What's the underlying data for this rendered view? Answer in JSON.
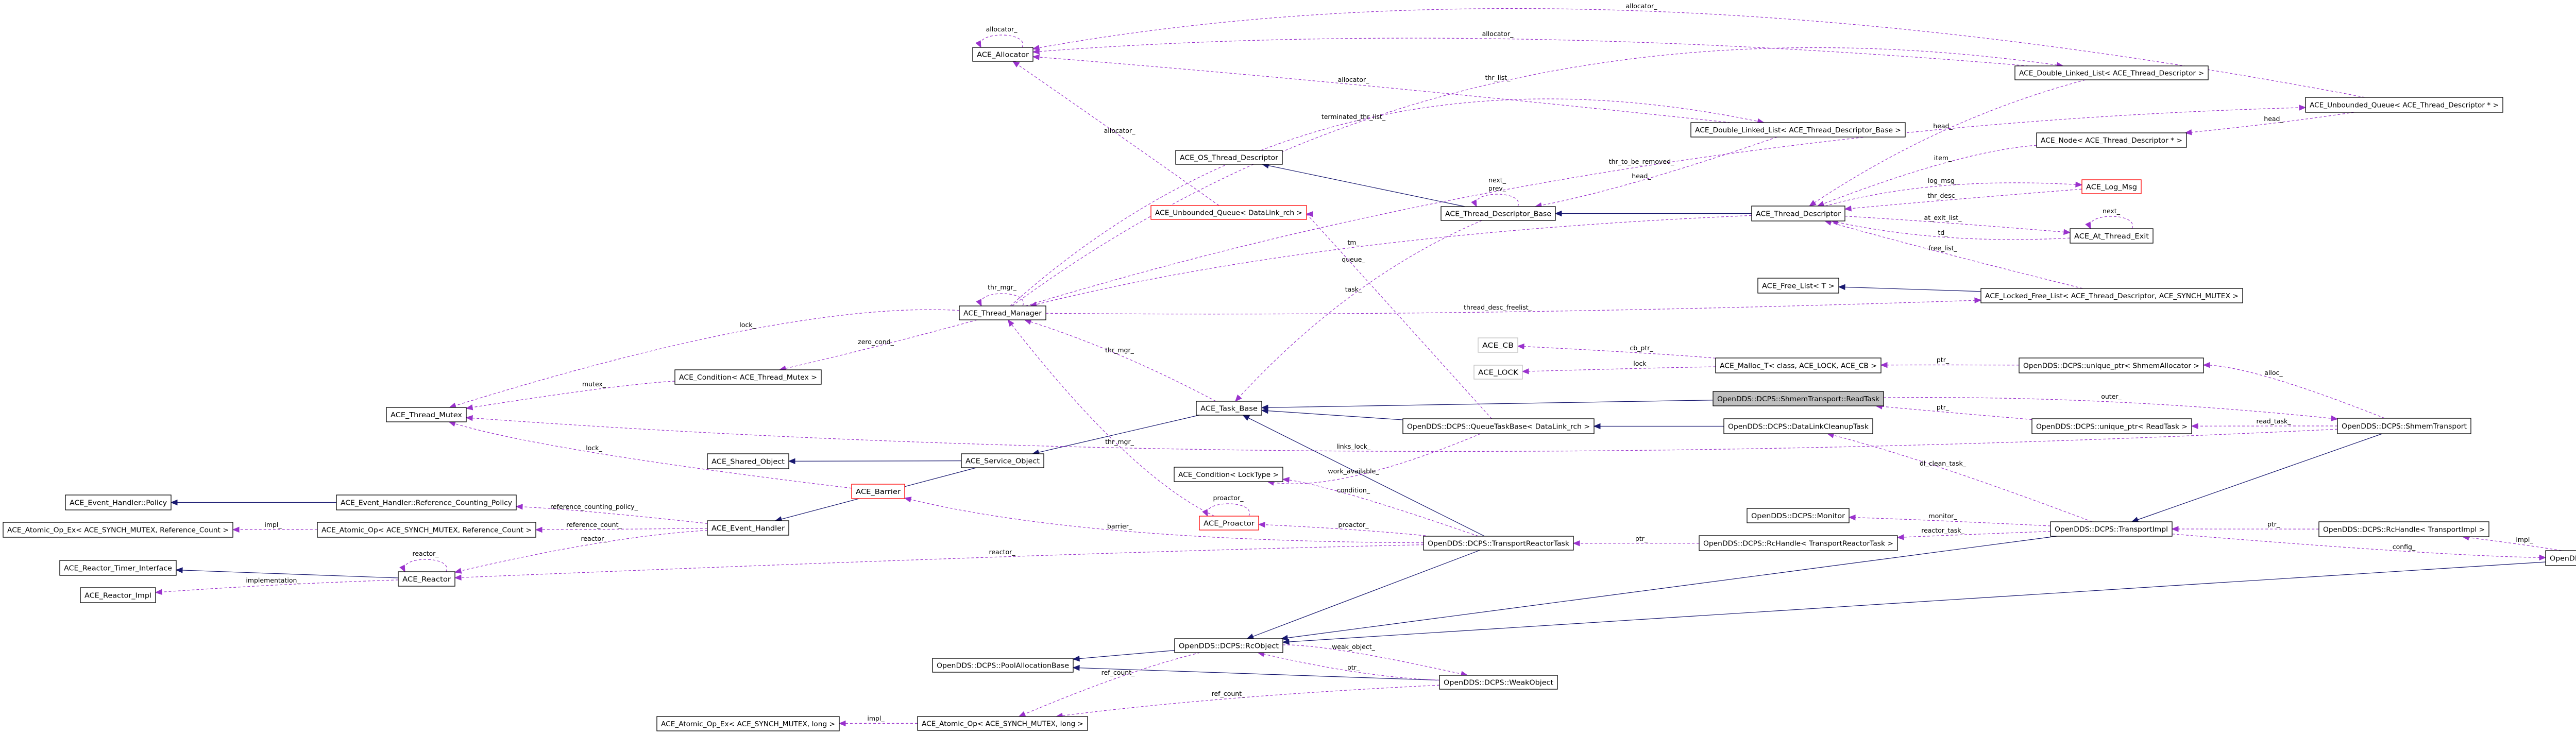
{
  "colors": {
    "inheritance": "#191970",
    "usage": "#9a32cd",
    "node_border": "#000000",
    "node_border_undocumented": "#bfbfbf",
    "node_border_truncated": "#ff0000",
    "node_fill": "#ffffff",
    "node_fill_highlight": "#bfbfbf"
  },
  "nodes": [
    {
      "id": "alloc",
      "label": "ACE_Allocator",
      "style": "normal"
    },
    {
      "id": "ostd",
      "label": "ACE_OS_Thread_Descriptor",
      "style": "normal"
    },
    {
      "id": "uqdl",
      "label": "ACE_Unbounded_Queue< DataLink_rch >",
      "style": "truncated"
    },
    {
      "id": "tdb",
      "label": "ACE_Thread_Descriptor_Base",
      "style": "normal"
    },
    {
      "id": "tm",
      "label": "ACE_Thread_Manager",
      "style": "normal"
    },
    {
      "id": "cb",
      "label": "ACE_CB",
      "style": "undocumented"
    },
    {
      "id": "lock",
      "label": "ACE_LOCK",
      "style": "undocumented"
    },
    {
      "id": "task",
      "label": "ACE_Task_Base",
      "style": "normal"
    },
    {
      "id": "qtb",
      "label": "OpenDDS::DCPS::QueueTaskBase< DataLink_rch >",
      "style": "normal"
    },
    {
      "id": "so",
      "label": "ACE_Service_Object",
      "style": "normal"
    },
    {
      "id": "condlt",
      "label": "ACE_Condition< LockType >",
      "style": "normal"
    },
    {
      "id": "pro",
      "label": "ACE_Proactor",
      "style": "truncated"
    },
    {
      "id": "trt",
      "label": "OpenDDS::DCPS::TransportReactorTask",
      "style": "normal"
    },
    {
      "id": "rco",
      "label": "OpenDDS::DCPS::RcObject",
      "style": "normal"
    },
    {
      "id": "pab",
      "label": "OpenDDS::DCPS::PoolAllocationBase",
      "style": "normal"
    },
    {
      "id": "weak",
      "label": "OpenDDS::DCPS::WeakObject",
      "style": "normal"
    },
    {
      "id": "aolong",
      "label": "ACE_Atomic_Op< ACE_SYNCH_MUTEX, long >",
      "style": "normal"
    },
    {
      "id": "aoexlong",
      "label": "ACE_Atomic_Op_Ex< ACE_SYNCH_MUTEX, long >",
      "style": "normal"
    },
    {
      "id": "mutex",
      "label": "ACE_Thread_Mutex",
      "style": "normal"
    },
    {
      "id": "condtm",
      "label": "ACE_Condition< ACE_Thread_Mutex >",
      "style": "normal"
    },
    {
      "id": "shobj",
      "label": "ACE_Shared_Object",
      "style": "normal"
    },
    {
      "id": "bar",
      "label": "ACE_Barrier",
      "style": "truncated"
    },
    {
      "id": "pol",
      "label": "ACE_Event_Handler::Policy",
      "style": "normal"
    },
    {
      "id": "rcp",
      "label": "ACE_Event_Handler::Reference_Counting_Policy",
      "style": "normal"
    },
    {
      "id": "aoexrc",
      "label": "ACE_Atomic_Op_Ex< ACE_SYNCH_MUTEX, Reference_Count >",
      "style": "normal"
    },
    {
      "id": "aorc",
      "label": "ACE_Atomic_Op< ACE_SYNCH_MUTEX, Reference_Count >",
      "style": "normal"
    },
    {
      "id": "eh",
      "label": "ACE_Event_Handler",
      "style": "normal"
    },
    {
      "id": "rti",
      "label": "ACE_Reactor_Timer_Interface",
      "style": "normal"
    },
    {
      "id": "reactor",
      "label": "ACE_Reactor",
      "style": "normal"
    },
    {
      "id": "rimpl",
      "label": "ACE_Reactor_Impl",
      "style": "normal"
    },
    {
      "id": "dlltd",
      "label": "ACE_Double_Linked_List< ACE_Thread_Descriptor >",
      "style": "normal"
    },
    {
      "id": "dlltdb",
      "label": "ACE_Double_Linked_List< ACE_Thread_Descriptor_Base >",
      "style": "normal"
    },
    {
      "id": "node",
      "label": "ACE_Node< ACE_Thread_Descriptor * >",
      "style": "normal"
    },
    {
      "id": "logmsg",
      "label": "ACE_Log_Msg",
      "style": "truncated"
    },
    {
      "id": "td",
      "label": "ACE_Thread_Descriptor",
      "style": "normal"
    },
    {
      "id": "ate",
      "label": "ACE_At_Thread_Exit",
      "style": "normal"
    },
    {
      "id": "fl",
      "label": "ACE_Free_List< T >",
      "style": "normal"
    },
    {
      "id": "lfl",
      "label": "ACE_Locked_Free_List< ACE_Thread_Descriptor, ACE_SYNCH_MUTEX >",
      "style": "normal"
    },
    {
      "id": "malloc",
      "label": "ACE_Malloc_T< class, ACE_LOCK, ACE_CB >",
      "style": "normal"
    },
    {
      "id": "upsa",
      "label": "OpenDDS::DCPS::unique_ptr< ShmemAllocator >",
      "style": "normal"
    },
    {
      "id": "rt",
      "label": "OpenDDS::DCPS::ShmemTransport::ReadTask",
      "style": "highlight"
    },
    {
      "id": "dlct",
      "label": "OpenDDS::DCPS::DataLinkCleanupTask",
      "style": "normal"
    },
    {
      "id": "uprt",
      "label": "OpenDDS::DCPS::unique_ptr< ReadTask >",
      "style": "normal"
    },
    {
      "id": "mon",
      "label": "OpenDDS::DCPS::Monitor",
      "style": "normal"
    },
    {
      "id": "ti",
      "label": "OpenDDS::DCPS::TransportImpl",
      "style": "normal"
    },
    {
      "id": "rhtrt",
      "label": "OpenDDS::DCPS::RcHandle< TransportReactorTask >",
      "style": "normal"
    },
    {
      "id": "uqtd",
      "label": "ACE_Unbounded_Queue< ACE_Thread_Descriptor * >",
      "style": "normal"
    },
    {
      "id": "st",
      "label": "OpenDDS::DCPS::ShmemTransport",
      "style": "normal"
    },
    {
      "id": "rhti",
      "label": "OpenDDS::DCPS::RcHandle< TransportImpl >",
      "style": "normal"
    },
    {
      "id": "tinst",
      "label": "OpenDDS::DCPS::TransportInst",
      "style": "normal"
    }
  ],
  "edges": [
    {
      "from": "rcp",
      "to": "pol",
      "kind": "inheritance",
      "label": ""
    },
    {
      "from": "so",
      "to": "eh",
      "kind": "inheritance",
      "label": ""
    },
    {
      "from": "so",
      "to": "shobj",
      "kind": "inheritance",
      "label": ""
    },
    {
      "from": "reactor",
      "to": "rti",
      "kind": "inheritance",
      "label": ""
    },
    {
      "from": "task",
      "to": "so",
      "kind": "inheritance",
      "label": ""
    },
    {
      "from": "rt",
      "to": "task",
      "kind": "inheritance",
      "label": ""
    },
    {
      "from": "qtb",
      "to": "task",
      "kind": "inheritance",
      "label": ""
    },
    {
      "from": "trt",
      "to": "task",
      "kind": "inheritance",
      "label": ""
    },
    {
      "from": "dlct",
      "to": "qtb",
      "kind": "inheritance",
      "label": ""
    },
    {
      "from": "tdb",
      "to": "ostd",
      "kind": "inheritance",
      "label": ""
    },
    {
      "from": "td",
      "to": "tdb",
      "kind": "inheritance",
      "label": ""
    },
    {
      "from": "lfl",
      "to": "fl",
      "kind": "inheritance",
      "label": ""
    },
    {
      "from": "trt",
      "to": "rco",
      "kind": "inheritance",
      "label": ""
    },
    {
      "from": "ti",
      "to": "rco",
      "kind": "inheritance",
      "label": ""
    },
    {
      "from": "tinst",
      "to": "rco",
      "kind": "inheritance",
      "label": ""
    },
    {
      "from": "rco",
      "to": "pab",
      "kind": "inheritance",
      "label": ""
    },
    {
      "from": "weak",
      "to": "pab",
      "kind": "inheritance",
      "label": ""
    },
    {
      "from": "st",
      "to": "ti",
      "kind": "inheritance",
      "label": ""
    },
    {
      "from": "tm",
      "to": "mutex",
      "kind": "usage",
      "label": "lock_"
    },
    {
      "from": "condtm",
      "to": "mutex",
      "kind": "usage",
      "label": "mutex_"
    },
    {
      "from": "tm",
      "to": "condtm",
      "kind": "usage",
      "label": "zero_cond_"
    },
    {
      "from": "st",
      "to": "mutex",
      "kind": "usage",
      "label": "links_lock_"
    },
    {
      "from": "bar",
      "to": "mutex",
      "kind": "usage",
      "label": "lock_"
    },
    {
      "from": "eh",
      "to": "rcp",
      "kind": "usage",
      "label": "reference_counting_policy_"
    },
    {
      "from": "eh",
      "to": "aorc",
      "kind": "usage",
      "label": "reference_count_"
    },
    {
      "from": "aorc",
      "to": "aoexrc",
      "kind": "usage",
      "label": "impl_"
    },
    {
      "from": "eh",
      "to": "reactor",
      "kind": "usage",
      "label": "reactor_"
    },
    {
      "from": "reactor",
      "to": "reactor",
      "kind": "usage",
      "label": "reactor_"
    },
    {
      "from": "reactor",
      "to": "rimpl",
      "kind": "usage",
      "label": "implementation_"
    },
    {
      "from": "trt",
      "to": "reactor",
      "kind": "usage",
      "label": "reactor_"
    },
    {
      "from": "trt",
      "to": "bar",
      "kind": "usage",
      "label": "barrier_"
    },
    {
      "from": "trt",
      "to": "pro",
      "kind": "usage",
      "label": "proactor_"
    },
    {
      "from": "pro",
      "to": "pro",
      "kind": "usage",
      "label": "proactor_"
    },
    {
      "from": "pro",
      "to": "tm",
      "kind": "usage",
      "label": "thr_mgr_"
    },
    {
      "from": "task",
      "to": "tm",
      "kind": "usage",
      "label": "thr_mgr_"
    },
    {
      "from": "tm",
      "to": "tm",
      "kind": "usage",
      "label": "thr_mgr_"
    },
    {
      "from": "td",
      "to": "tm",
      "kind": "usage",
      "label": "tm_"
    },
    {
      "from": "alloc",
      "to": "alloc",
      "kind": "usage",
      "label": "allocator_"
    },
    {
      "from": "dlltd",
      "to": "alloc",
      "kind": "usage",
      "label": "allocator_"
    },
    {
      "from": "uqtd",
      "to": "alloc",
      "kind": "usage",
      "label": "allocator_"
    },
    {
      "from": "dlltdb",
      "to": "alloc",
      "kind": "usage",
      "label": "allocator_"
    },
    {
      "from": "uqdl",
      "to": "alloc",
      "kind": "usage",
      "label": "allocator_"
    },
    {
      "from": "tm",
      "to": "dlltd",
      "kind": "usage",
      "label": "thr_list_"
    },
    {
      "from": "tm",
      "to": "dlltdb",
      "kind": "usage",
      "label": "terminated_thr_list_"
    },
    {
      "from": "tm",
      "to": "uqtd",
      "kind": "usage",
      "label": "thr_to_be_removed_"
    },
    {
      "from": "tm",
      "to": "lfl",
      "kind": "usage",
      "label": "thread_desc_freelist_"
    },
    {
      "from": "dlltdb",
      "to": "tdb",
      "kind": "usage",
      "label": "head_"
    },
    {
      "from": "dlltd",
      "to": "td",
      "kind": "usage",
      "label": "head_"
    },
    {
      "from": "tdb",
      "to": "tdb",
      "kind": "usage",
      "label": "next_\nprev_"
    },
    {
      "from": "node",
      "to": "td",
      "kind": "usage",
      "label": "item_"
    },
    {
      "from": "uqtd",
      "to": "node",
      "kind": "usage",
      "label": "head_"
    },
    {
      "from": "td",
      "to": "logmsg",
      "kind": "usage",
      "label": "log_msg_"
    },
    {
      "from": "logmsg",
      "to": "td",
      "kind": "usage",
      "label": "thr_desc_"
    },
    {
      "from": "td",
      "to": "ate",
      "kind": "usage",
      "label": "at_exit_list_"
    },
    {
      "from": "ate",
      "to": "td",
      "kind": "usage",
      "label": "td_"
    },
    {
      "from": "ate",
      "to": "ate",
      "kind": "usage",
      "label": "next_"
    },
    {
      "from": "lfl",
      "to": "td",
      "kind": "usage",
      "label": "free_list_"
    },
    {
      "from": "tdb",
      "to": "task",
      "kind": "usage",
      "label": "task_"
    },
    {
      "from": "qtb",
      "to": "uqdl",
      "kind": "usage",
      "label": "queue_"
    },
    {
      "from": "qtb",
      "to": "condlt",
      "kind": "usage",
      "label": "work_available_"
    },
    {
      "from": "trt",
      "to": "condlt",
      "kind": "usage",
      "label": "condition_"
    },
    {
      "from": "malloc",
      "to": "cb",
      "kind": "usage",
      "label": "cb_ptr_"
    },
    {
      "from": "malloc",
      "to": "lock",
      "kind": "usage",
      "label": "lock_"
    },
    {
      "from": "upsa",
      "to": "malloc",
      "kind": "usage",
      "label": "ptr_"
    },
    {
      "from": "st",
      "to": "upsa",
      "kind": "usage",
      "label": "alloc_"
    },
    {
      "from": "rt",
      "to": "st",
      "kind": "usage",
      "label": "outer_"
    },
    {
      "from": "uprt",
      "to": "rt",
      "kind": "usage",
      "label": "ptr_"
    },
    {
      "from": "st",
      "to": "uprt",
      "kind": "usage",
      "label": "read_task_"
    },
    {
      "from": "ti",
      "to": "dlct",
      "kind": "usage",
      "label": "dl_clean_task_"
    },
    {
      "from": "ti",
      "to": "mon",
      "kind": "usage",
      "label": "monitor_"
    },
    {
      "from": "ti",
      "to": "rhtrt",
      "kind": "usage",
      "label": "reactor_task_"
    },
    {
      "from": "rhtrt",
      "to": "trt",
      "kind": "usage",
      "label": "ptr_"
    },
    {
      "from": "rhti",
      "to": "ti",
      "kind": "usage",
      "label": "ptr_"
    },
    {
      "from": "ti",
      "to": "tinst",
      "kind": "usage",
      "label": "config_"
    },
    {
      "from": "tinst",
      "to": "rhti",
      "kind": "usage",
      "label": "impl_"
    },
    {
      "from": "rco",
      "to": "weak",
      "kind": "usage",
      "label": "weak_object_"
    },
    {
      "from": "weak",
      "to": "rco",
      "kind": "usage",
      "label": "ptr_"
    },
    {
      "from": "rco",
      "to": "aolong",
      "kind": "usage",
      "label": "ref_count_"
    },
    {
      "from": "weak",
      "to": "aolong",
      "kind": "usage",
      "label": "ref_count_"
    },
    {
      "from": "aolong",
      "to": "aoexlong",
      "kind": "usage",
      "label": "impl_"
    }
  ]
}
